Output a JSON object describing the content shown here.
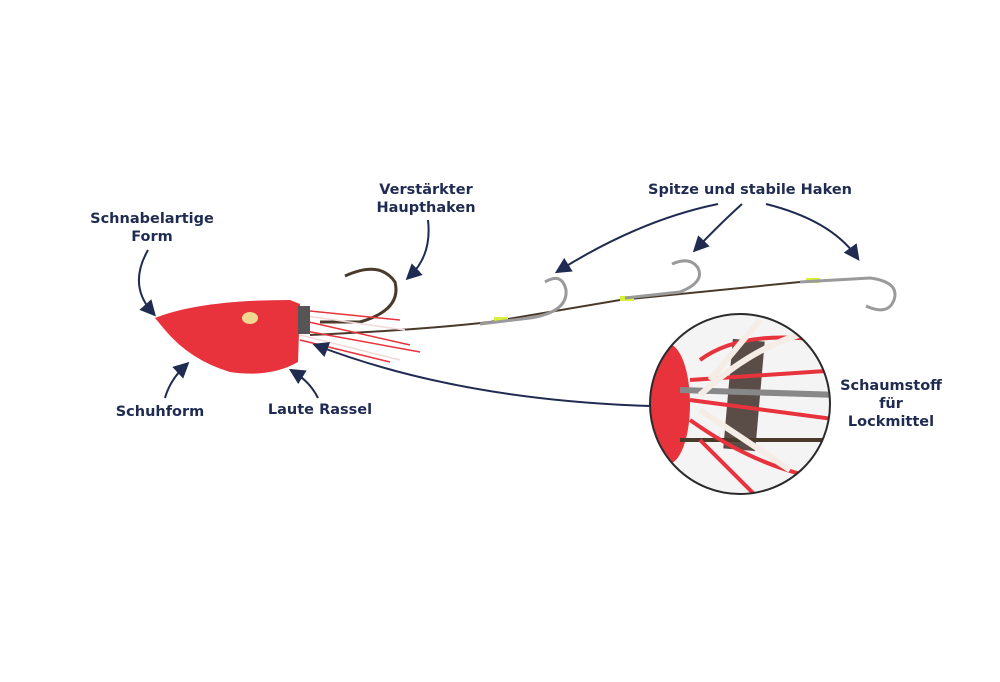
{
  "labels": {
    "beak_shape": [
      "Schnabelartige",
      "Form"
    ],
    "main_hook": [
      "Verstärkter",
      "Haupthaken"
    ],
    "sharp_hooks": "Spitze und stabile Haken",
    "shoe_shape": "Schuhform",
    "rattle": "Laute Rassel",
    "foam": [
      "Schaumstoff",
      "für",
      "Lockmittel"
    ]
  },
  "colors": {
    "label": "#1f2b50",
    "lure": "#e8323c",
    "line": "#4a3a2a",
    "stopper": "#d9f03a"
  }
}
